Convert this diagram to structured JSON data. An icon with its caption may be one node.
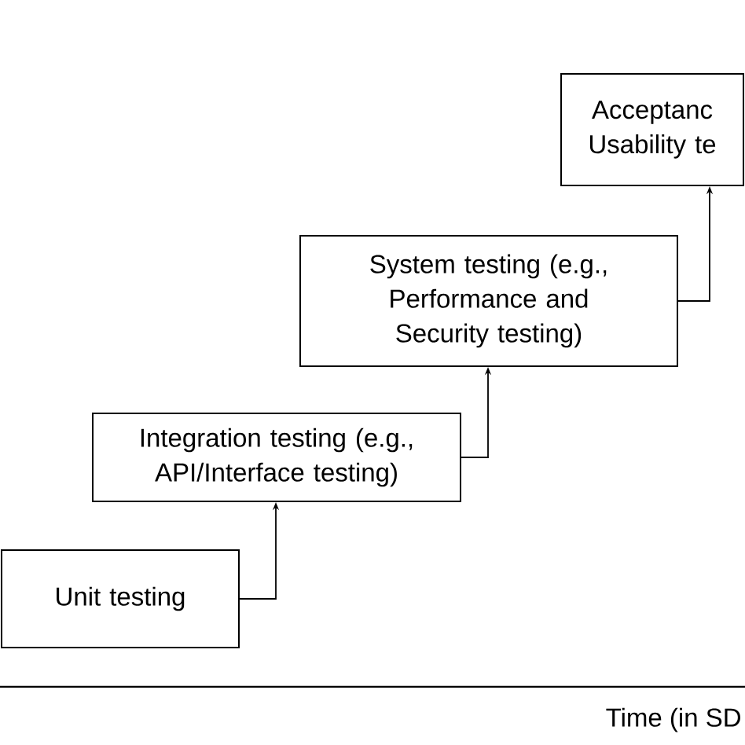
{
  "diagram": {
    "nodes": [
      {
        "text": [
          "Unit testing"
        ]
      },
      {
        "text": [
          "Integration testing (e.g., API/Interface testing)"
        ]
      },
      {
        "text": [
          "System testing (e.g., Performance and Security testing)"
        ]
      },
      {
        "text": [
          "Acceptanc Usability te"
        ]
      }
    ],
    "edges": [
      {
        "from": 0,
        "to": 1,
        "arrow": "to"
      },
      {
        "from": 1,
        "to": 2,
        "arrow": "to"
      },
      {
        "from": 2,
        "to": 3,
        "arrow": "to"
      }
    ],
    "labels": [
      "Time (in SD"
    ]
  }
}
